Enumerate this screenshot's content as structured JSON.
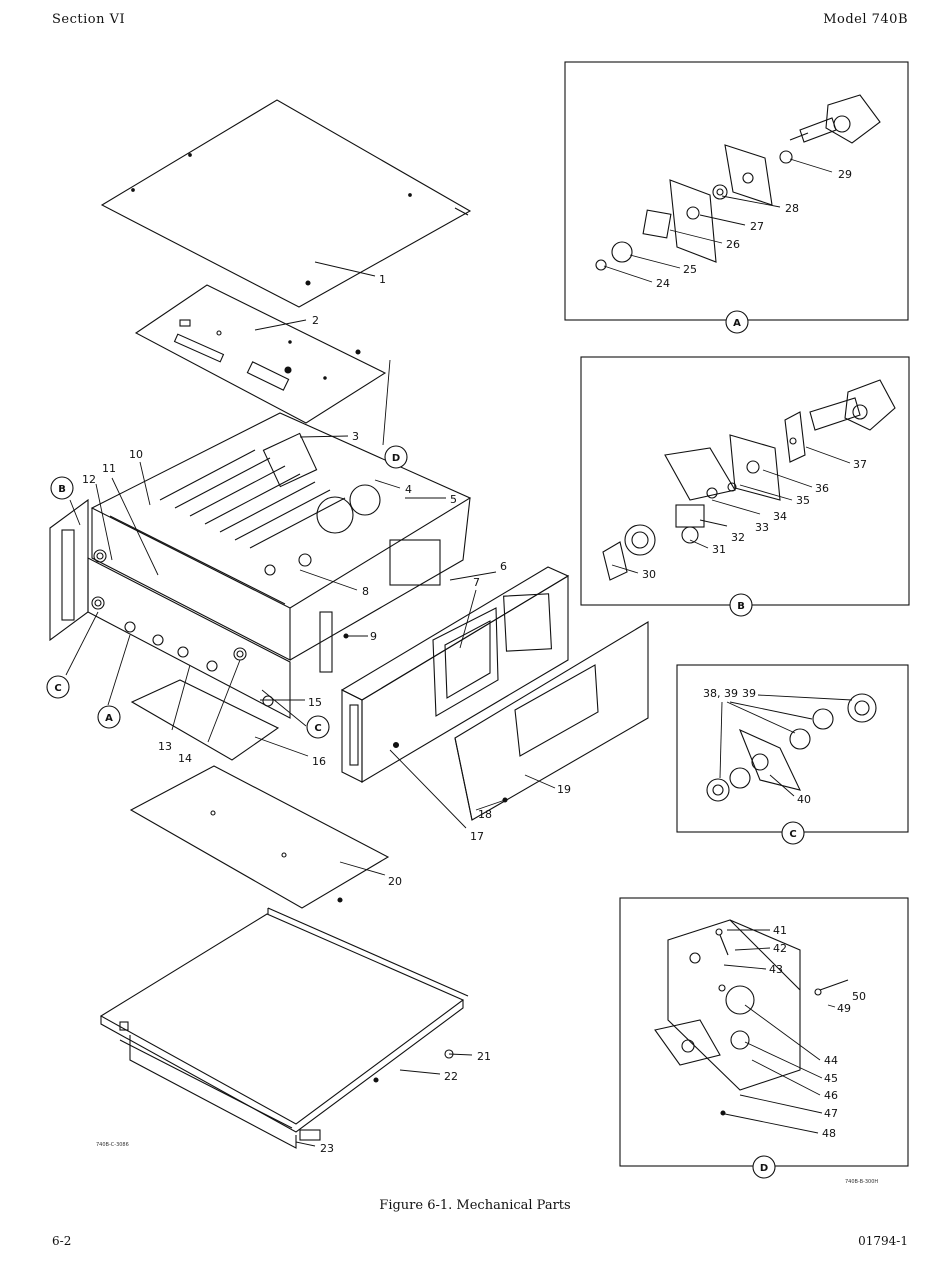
{
  "header": {
    "section": "Section VI",
    "model": "Model 740B"
  },
  "footer": {
    "page": "6-2",
    "doc_number": "01794-1"
  },
  "figure": {
    "caption": "Figure 6-1. Mechanical Parts",
    "drawing_numbers": [
      "740B-C-3086",
      "740B-B-300H"
    ],
    "callouts": [
      "1",
      "2",
      "3",
      "4",
      "5",
      "6",
      "7",
      "8",
      "9",
      "10",
      "11",
      "12",
      "13",
      "14",
      "15",
      "16",
      "17",
      "18",
      "19",
      "20",
      "21",
      "22",
      "23",
      "24",
      "25",
      "26",
      "27",
      "28",
      "29",
      "30",
      "31",
      "32",
      "33",
      "34",
      "35",
      "36",
      "37",
      "38, 39",
      "39",
      "40",
      "41",
      "42",
      "43",
      "44",
      "45",
      "46",
      "47",
      "48",
      "49",
      "50"
    ],
    "detail_views": [
      "A",
      "B",
      "C",
      "D"
    ]
  }
}
